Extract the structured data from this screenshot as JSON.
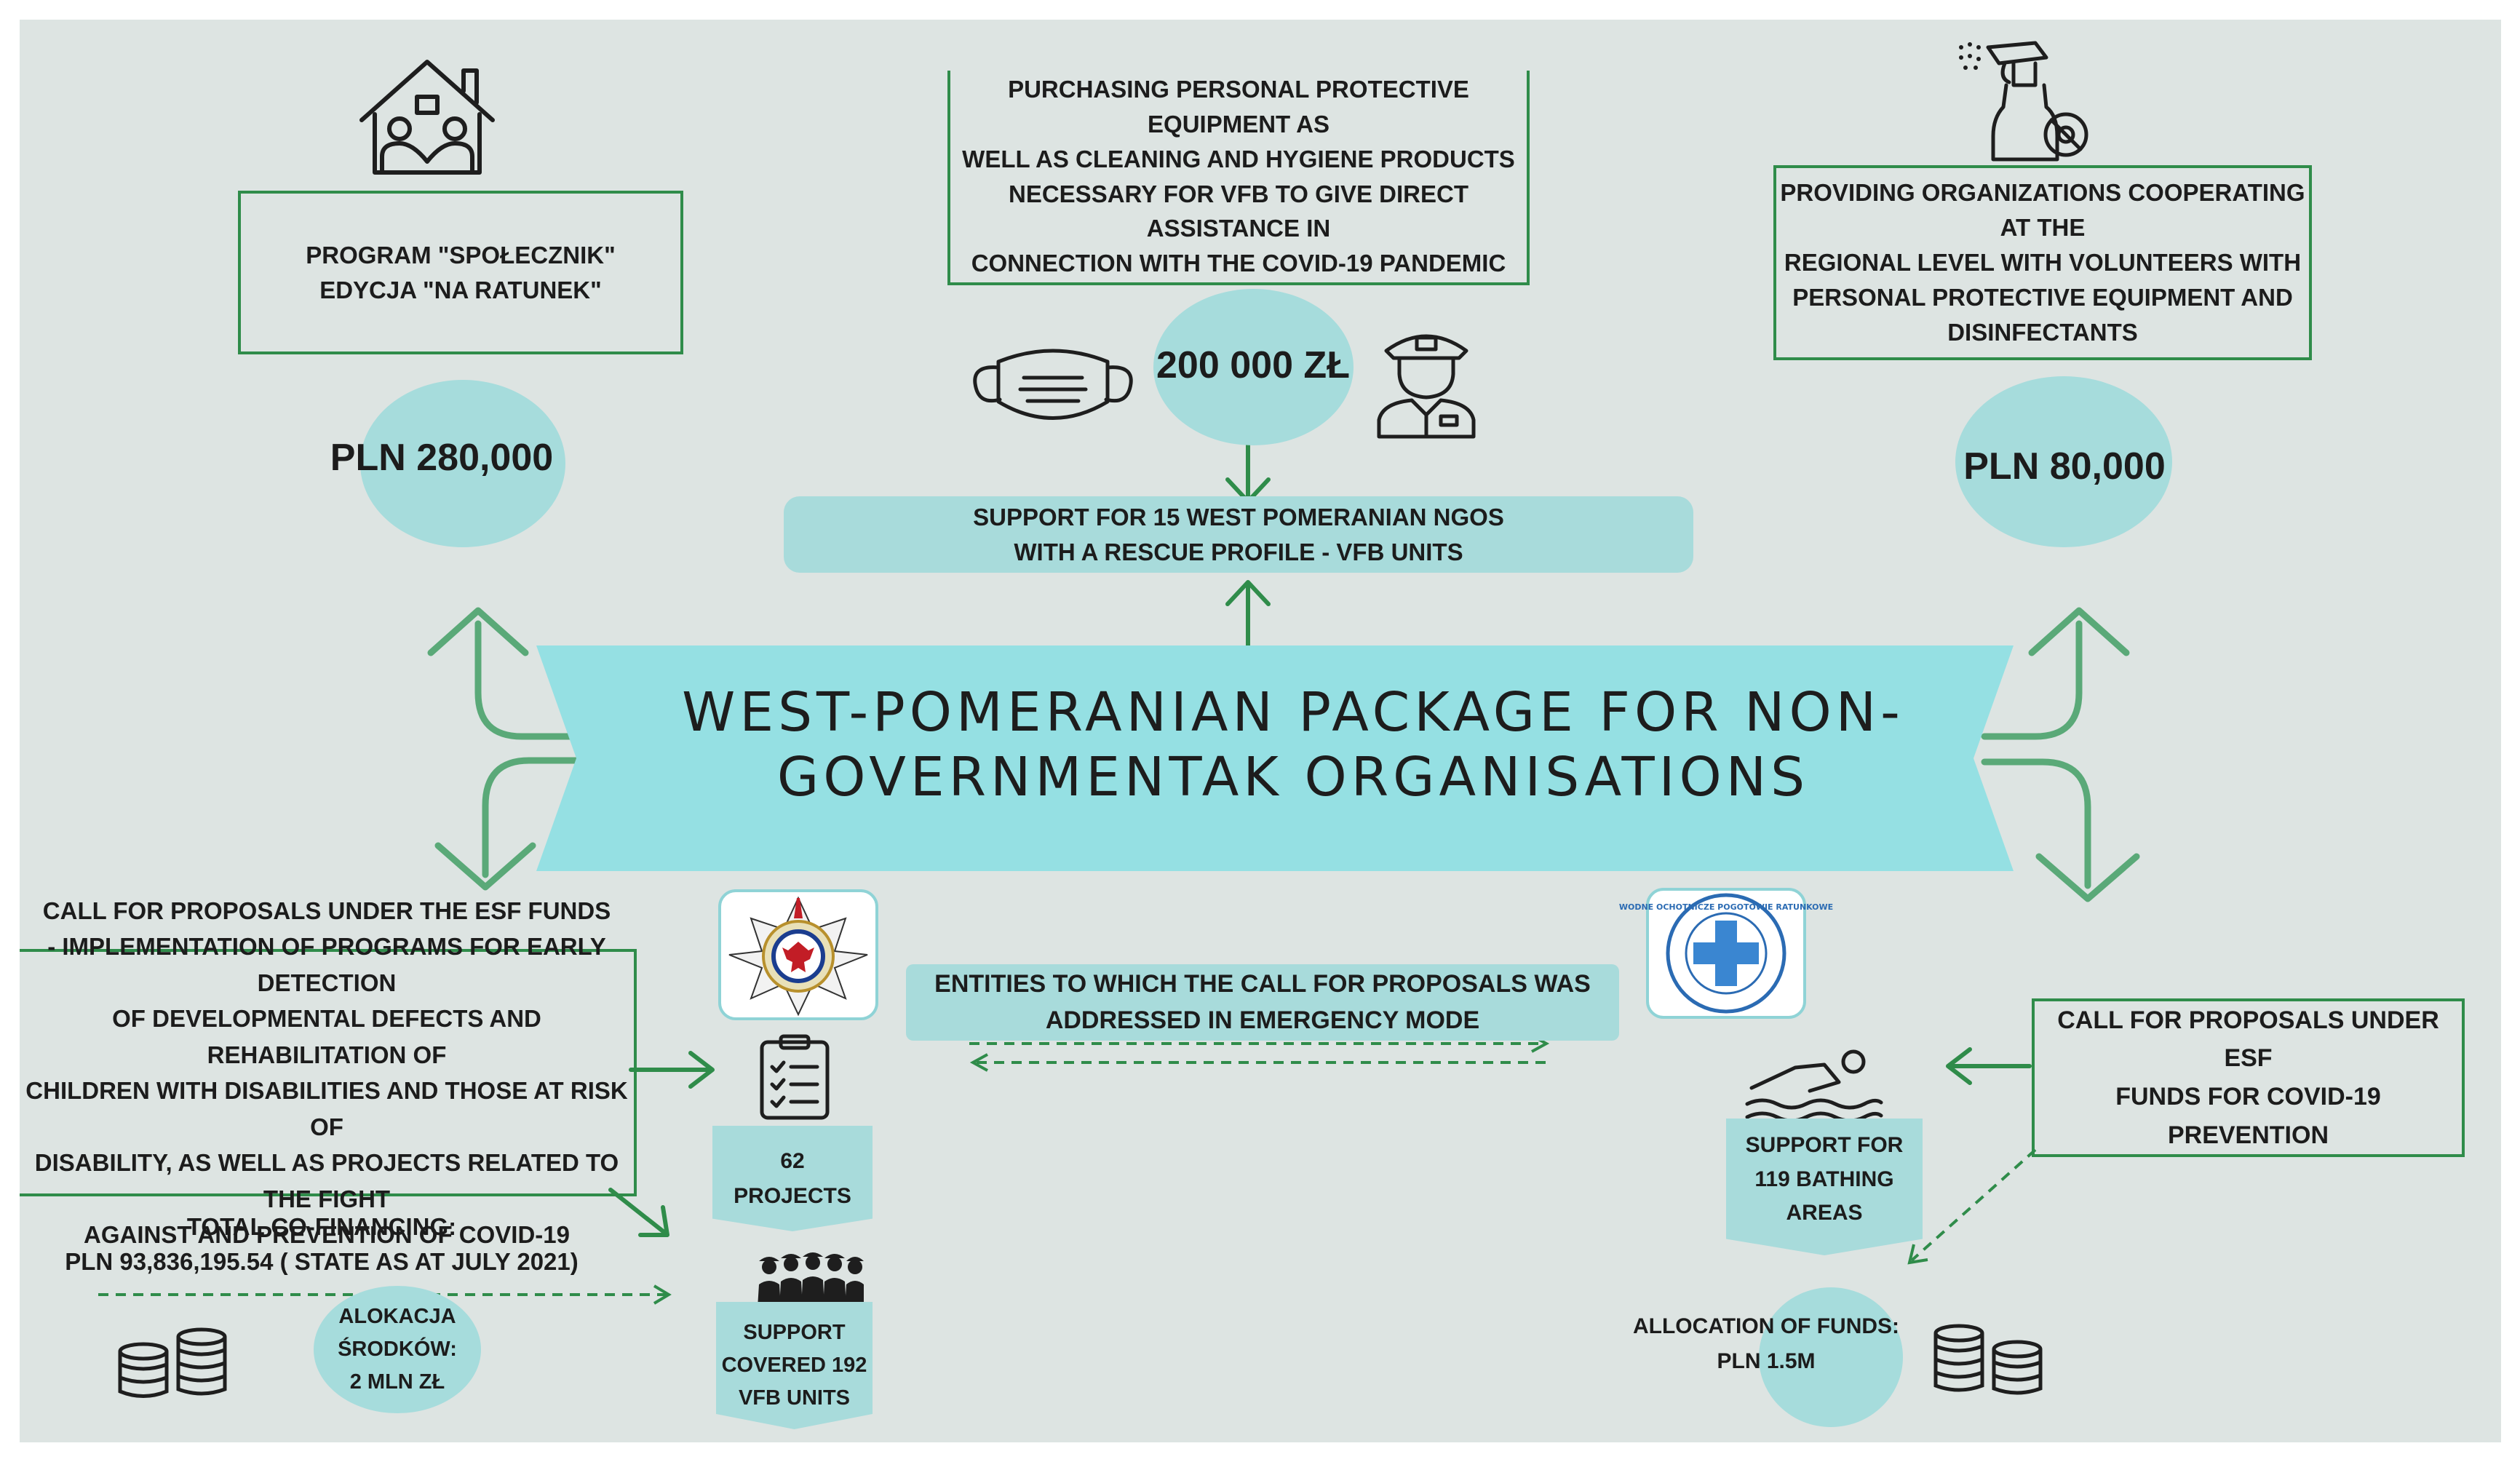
{
  "title": "WEST-POMERANIAN PACKAGE FOR NON-GOVERNMENTAK ORGANISATIONS",
  "title_lines": [
    "WEST-POMERANIAN PACKAGE FOR NON-",
    "GOVERNMENTAK ORGANISATIONS"
  ],
  "colors": {
    "background": "#dde4e2",
    "banner": "#95e0e3",
    "green": "#2f8c4a",
    "circle": "#a6dcdc",
    "tab": "#a8dbdb"
  },
  "top_left": {
    "label_lines": [
      "PROGRAM \"SPOŁECZNIK\"",
      "EDYCJA \"NA RATUNEK\""
    ],
    "amount": "PLN 280,000",
    "icon": "family-house-icon"
  },
  "top_center": {
    "label_lines": [
      "PURCHASING PERSONAL PROTECTIVE EQUIPMENT AS",
      "WELL AS CLEANING AND HYGIENE PRODUCTS",
      "NECESSARY FOR VFB TO GIVE DIRECT ASSISTANCE IN",
      "CONNECTION WITH THE COVID-19 PANDEMIC"
    ],
    "amount": "200 000 ZŁ",
    "support_lines": [
      "SUPPORT FOR 15 WEST POMERANIAN NGOS",
      "WITH A RESCUE PROFILE - VFB UNITS"
    ],
    "icons": [
      "face-mask-icon",
      "firefighter-icon"
    ]
  },
  "top_right": {
    "label_lines": [
      "PROVIDING ORGANIZATIONS COOPERATING AT THE",
      "REGIONAL LEVEL WITH VOLUNTEERS WITH",
      "PERSONAL PROTECTIVE EQUIPMENT AND",
      "DISINFECTANTS"
    ],
    "amount": "PLN 80,000",
    "icon": "disinfectant-spray-icon"
  },
  "bottom_left": {
    "label_lines": [
      "CALL FOR PROPOSALS UNDER THE ESF FUNDS",
      "- IMPLEMENTATION OF PROGRAMS FOR EARLY DETECTION",
      "OF DEVELOPMENTAL DEFECTS AND REHABILITATION OF",
      "CHILDREN WITH DISABILITIES AND THOSE AT RISK OF",
      "DISABILITY, AS WELL AS PROJECTS RELATED TO THE FIGHT",
      "AGAINST AND PREVENTION OF COVID-19"
    ],
    "total_lines": [
      "TOTAL CO-FINANCING:",
      "PLN 93,836,195.54 ( STATE AS AT JULY 2021)"
    ],
    "allocation_lines": [
      "ALOKACJA",
      "ŚRODKÓW:",
      "2  MLN ZŁ"
    ],
    "projects_lines": [
      "62",
      "PROJECTS"
    ],
    "support_lines": [
      "SUPPORT",
      "COVERED 192",
      "VFB UNITS"
    ],
    "icons": [
      "fire-brigade-emblem-icon",
      "checklist-icon",
      "firefighters-group-icon",
      "coins-icon"
    ]
  },
  "bottom_center": {
    "label_lines": [
      "ENTITIES TO WHICH THE CALL FOR PROPOSALS WAS",
      "ADDRESSED IN EMERGENCY MODE"
    ]
  },
  "bottom_right": {
    "label_lines": [
      "CALL FOR PROPOSALS UNDER ESF",
      "FUNDS FOR COVID-19 PREVENTION"
    ],
    "bathing_lines": [
      "SUPPORT FOR",
      "119 BATHING AREAS"
    ],
    "allocation_lines": [
      "ALLOCATION OF FUNDS:",
      "PLN 1.5M"
    ],
    "emblem_ring_text": "WODNE OCHOTNICZE POGOTOWIE RATUNKOWE",
    "icons": [
      "water-rescue-emblem-icon",
      "swimmer-icon",
      "coins-icon"
    ]
  }
}
